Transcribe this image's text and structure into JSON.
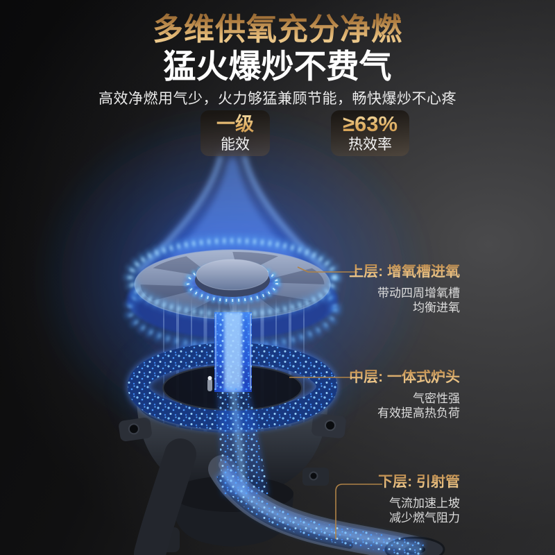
{
  "header": {
    "title_gold": "多维供氧充分净燃",
    "title_main": "猛火爆炒不费气",
    "subtitle": "高效净燃用气少，火力够猛兼顾节能，畅快爆炒不心疼"
  },
  "badges": [
    {
      "value": "一级",
      "label": "能效"
    },
    {
      "value": "≥63%",
      "label": "热效率"
    }
  ],
  "annotations": [
    {
      "title": "上层: 增氧槽进氧",
      "desc": [
        "带动四周增氧槽",
        "均衡进氧"
      ]
    },
    {
      "title": "中层: 一体式炉头",
      "desc": [
        "气密性强",
        "有效提高热负荷"
      ]
    },
    {
      "title": "下层: 引射管",
      "desc": [
        "气流加速上坡",
        "减少燃气阻力"
      ]
    }
  ],
  "colors": {
    "gold_title_top": "#6f4f28",
    "gold_title_bottom": "#f5dca8",
    "gold_label": "#e4b878",
    "callout_line": "#b08347",
    "flame_blue": "#2e6bff",
    "flame_cyan": "#8fd0ff",
    "background_left": "#0a0a0b",
    "background_right": "#3c3c3e"
  }
}
